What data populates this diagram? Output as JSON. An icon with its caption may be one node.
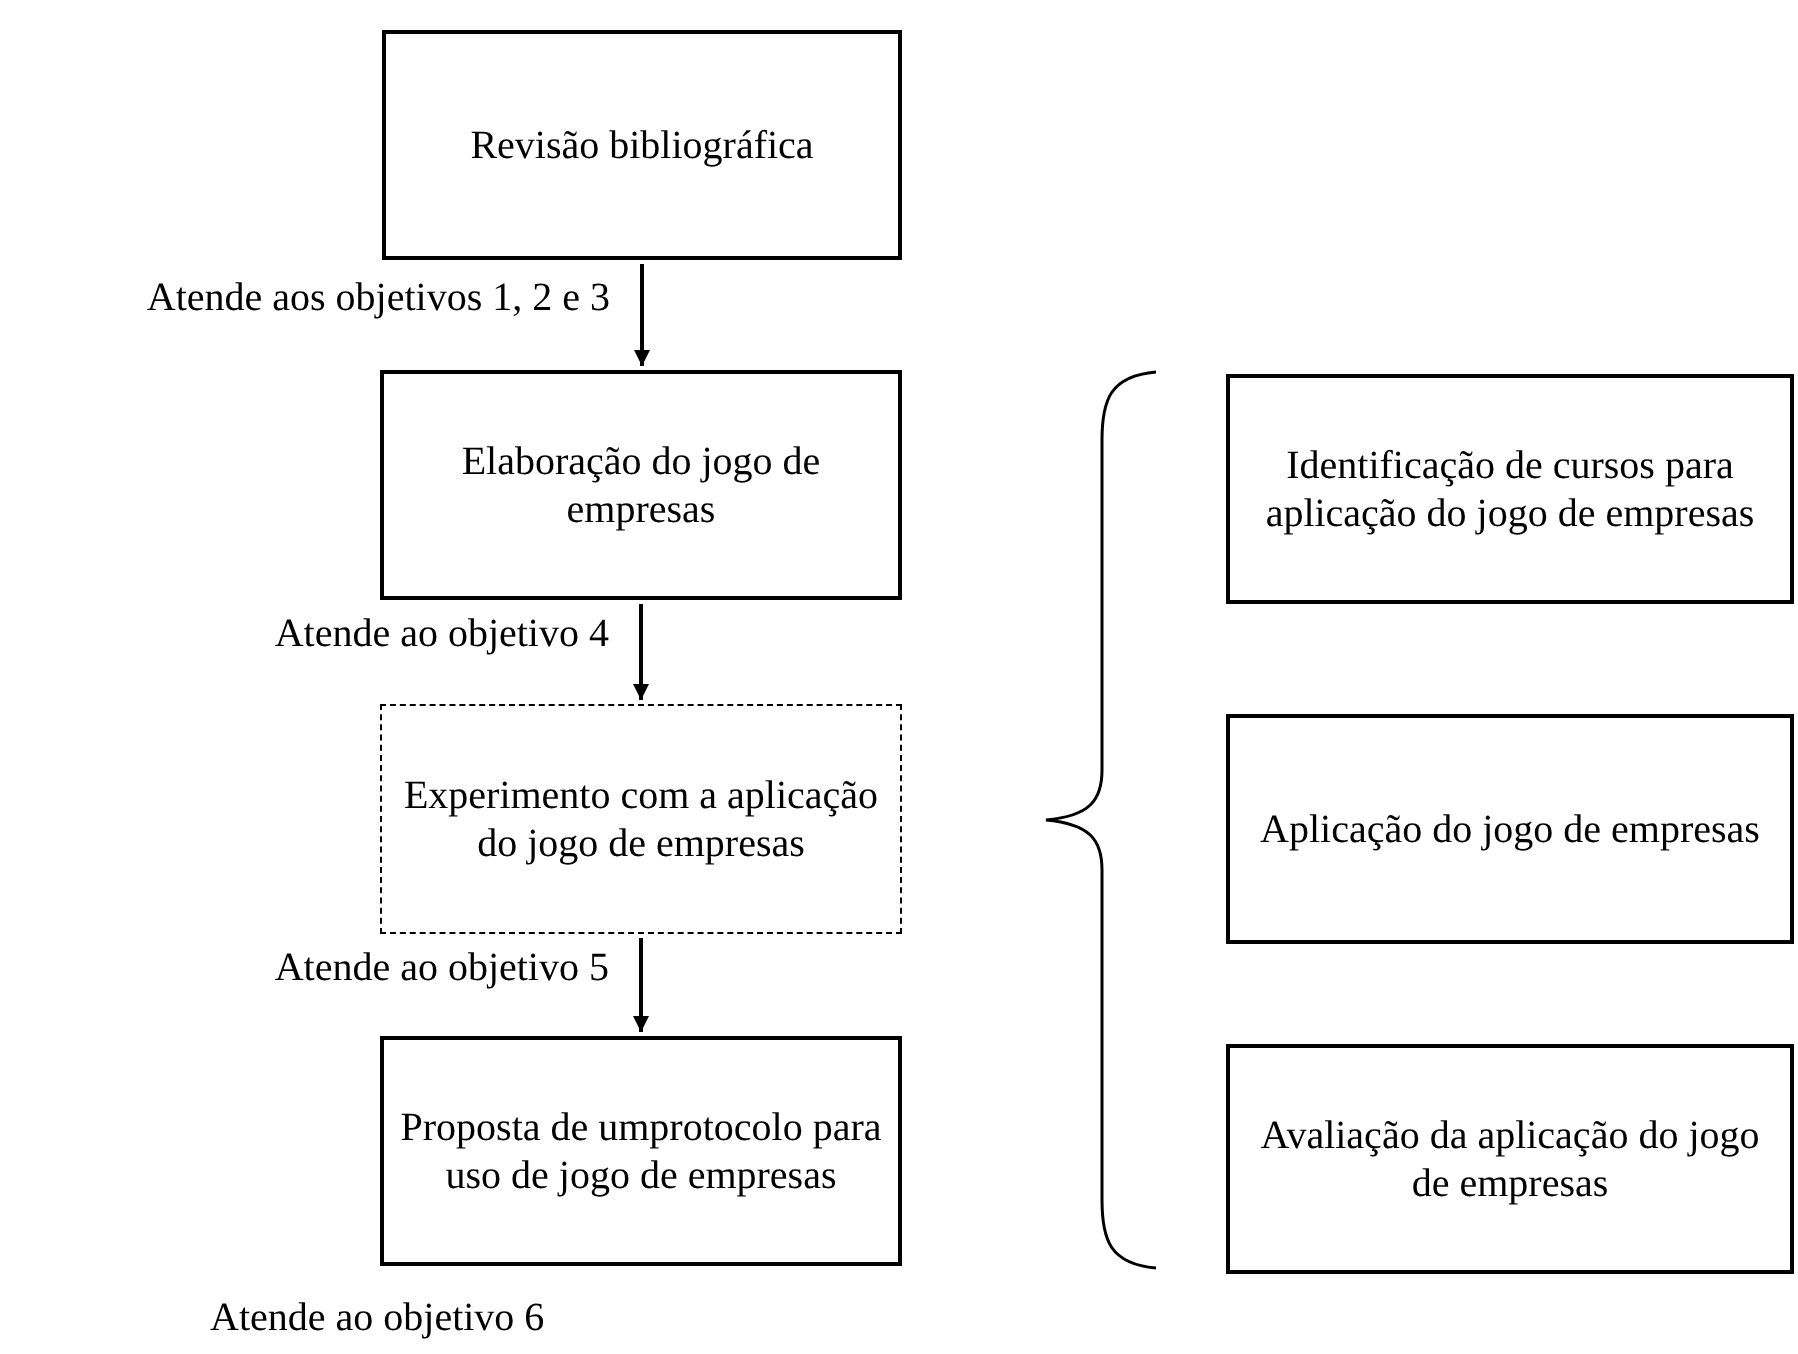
{
  "diagram": {
    "nodes": [
      {
        "text": [
          "Revisão bibliográfica"
        ]
      },
      {
        "text": [
          "Elaboração do jogo de empresas"
        ]
      },
      {
        "text": [
          "Experimento com a aplicação do jogo de empresas"
        ]
      },
      {
        "text": [
          "Proposta de umprotocolo para uso de jogo de empresas"
        ]
      },
      {
        "text": [
          "Identificação de cursos para aplicação do jogo de empresas"
        ]
      },
      {
        "text": [
          "Aplicação do jogo de empresas"
        ]
      },
      {
        "text": [
          "Avaliação da aplicação do jogo de empresas"
        ]
      }
    ],
    "edges": [
      {
        "from": 0,
        "to": 1,
        "arrow": "to",
        "label": "Atende aos objetivos 1, 2 e 3"
      },
      {
        "from": 1,
        "to": 2,
        "arrow": "to",
        "label": "Atende ao objetivo 4"
      },
      {
        "from": 2,
        "to": 3,
        "arrow": "to",
        "label": "Atende ao objetivo 5"
      }
    ],
    "labels": [
      "Atende ao objetivo 6"
    ]
  }
}
